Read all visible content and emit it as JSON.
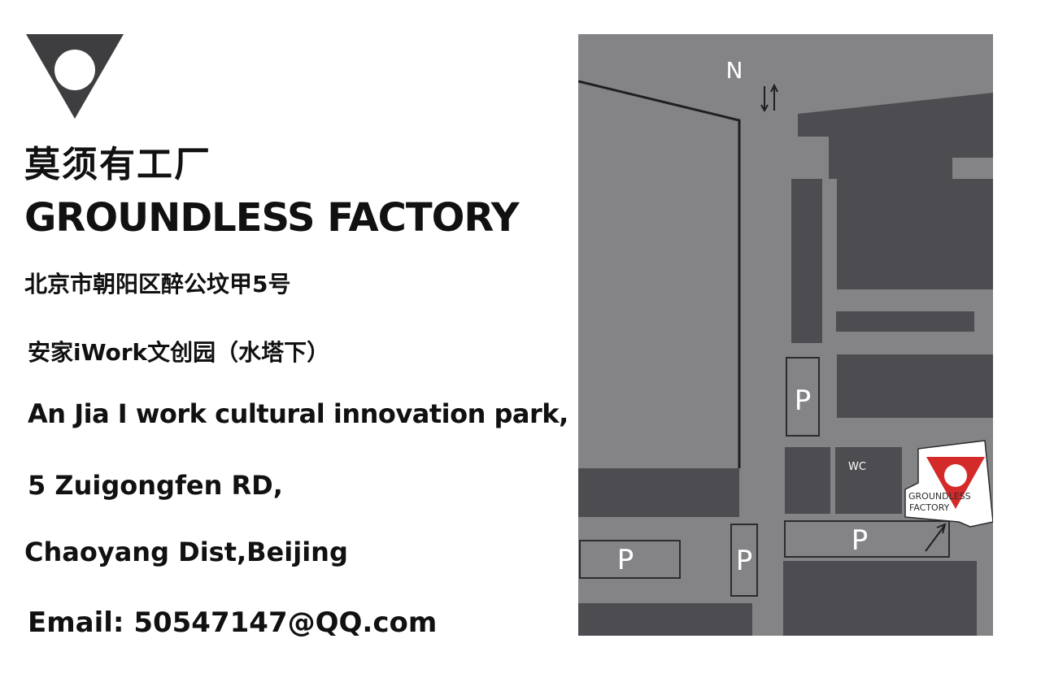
{
  "brand": {
    "logo_icon": "inverted-triangle-circle-logo-icon",
    "name_cn": "莫须有工厂",
    "name_en": "GROUNDLESS FACTORY"
  },
  "address": {
    "cn_line1": "北京市朝阳区醉公坟甲5号",
    "cn_line2": "安家iWork文创园（水塔下）",
    "en_line1": "An Jia I work cultural innovation park,",
    "en_line2": "5 Zuigongfen RD,",
    "en_line3": "Chaoyang Dist,Beijing",
    "email": "Email: 50547147@QQ.com"
  },
  "map": {
    "north_label": "N",
    "parking_label": "P",
    "wc_label": "WC",
    "marker_label_line1": "GROUNDLESS",
    "marker_label_line2": "FACTORY",
    "colors": {
      "map_background": "#848487",
      "building": "#4d4d51",
      "marker_red": "#d42a2a",
      "logo_dark": "#3e3e40"
    }
  }
}
